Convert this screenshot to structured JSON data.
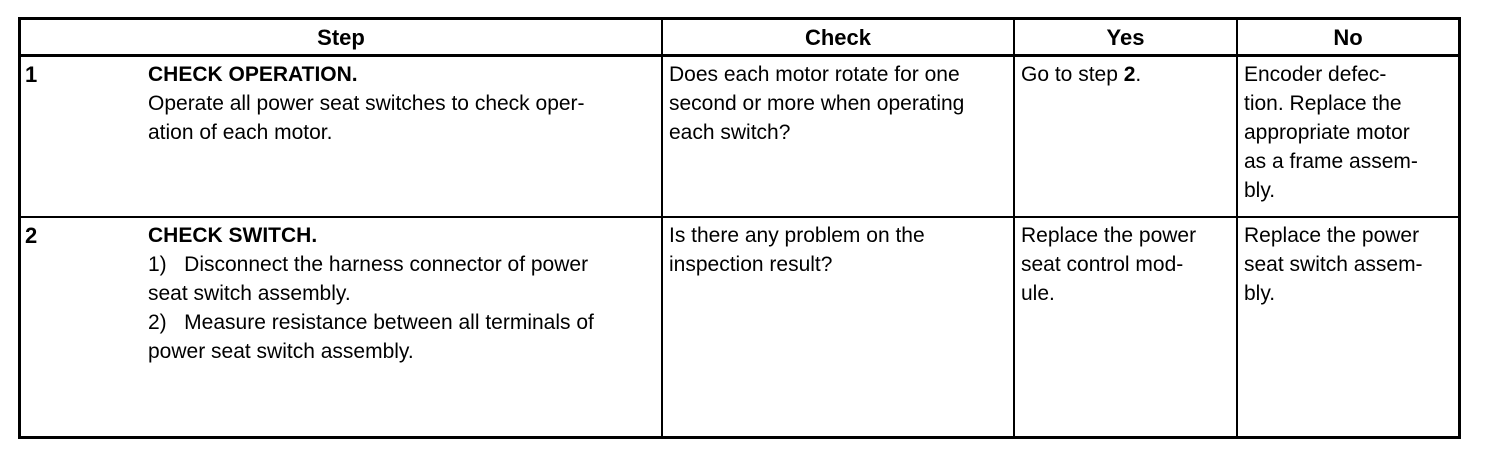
{
  "colors": {
    "background": "#ffffff",
    "border": "#000000",
    "text": "#000000"
  },
  "table": {
    "headers": {
      "step": "Step",
      "check": "Check",
      "yes": "Yes",
      "no": "No"
    },
    "rows": [
      {
        "number": "1",
        "title": "CHECK OPERATION.",
        "body": "Operate all power seat switches to check oper-\nation of each motor.",
        "check": "Does each motor rotate for one\nsecond or more when operating\neach switch?",
        "yes_prefix": "Go to step ",
        "yes_bold": "2",
        "yes_suffix": ".",
        "no": "Encoder defec-\ntion. Replace the\nappropriate motor\nas a frame assem-\nbly."
      },
      {
        "number": "2",
        "title": "CHECK SWITCH.",
        "body": "1)   Disconnect the harness connector of power\nseat switch assembly.\n2)   Measure resistance between all terminals of\npower seat switch assembly.",
        "check": "Is there any problem on the\ninspection result?",
        "yes": "Replace the power\nseat control mod-\nule.",
        "no": "Replace the power\nseat switch assem-\nbly."
      }
    ]
  }
}
